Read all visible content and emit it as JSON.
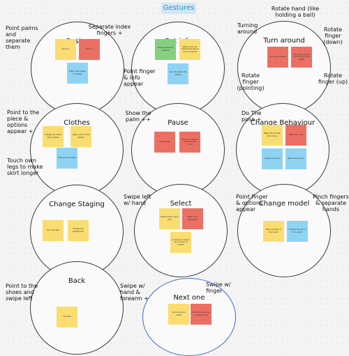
{
  "board": {
    "title": "Gestures"
  },
  "circles": [
    {
      "title": "Resize",
      "stickies": [
        "Zoom in",
        "Zoom in",
        "Make them bigger or smaller"
      ]
    },
    {
      "title": "Get info",
      "stickies": [
        "Curious about the material",
        "Want to see the material (would be nice to touch it)",
        "Get info about the clothes"
      ]
    },
    {
      "title": "Turn around",
      "stickies": [
        "Turn them around",
        "Turn them around (to see it from the back)"
      ]
    },
    {
      "title": "Clothes",
      "stickies": [
        "Change the colour of the clothes",
        "Apply colour to the clothes",
        "Change the clothes"
      ]
    },
    {
      "title": "Pause",
      "stickies": [
        "Pause them",
        "Stop them (Stop to exploring new fixes)"
      ]
    },
    {
      "title": "Change Behaviour",
      "stickies": [
        "Make them (bring) their poses",
        "Make them fall",
        "Change the pose",
        "Make them dance"
      ]
    },
    {
      "title": "Change Staging",
      "stickies": [
        "Put more light",
        "Change the background"
      ]
    },
    {
      "title": "Select",
      "stickies": [
        "Delete those I don't want",
        "Make them disappear",
        "Increase or reduce the number of models"
      ]
    },
    {
      "title": "Change model",
      "stickies": [
        "Have my face on the model",
        "Change the size to fit my story"
      ]
    },
    {
      "title": "Back",
      "stickies": [
        "Go back"
      ]
    },
    {
      "title": "Next one",
      "stickies": [
        "Go to the next model",
        "Go to the next one or previous one"
      ]
    }
  ],
  "notes": [
    "Point palms and separate them",
    "Separate index fingers +",
    "Point finger & info appear",
    "Rotate hand (like holding a ball)",
    "Turning around",
    "Rotate finger (down)",
    "Rotate finger (pointing)",
    "Rotate finger (up)",
    "Point to the piece & options appear +",
    "Touch own legs to make skirt longer",
    "Show the palm ++",
    "Do The pose +",
    "Swipe left w/ hand",
    "Point finger & options appear",
    "Pinch fingers & separate hands",
    "Point to the shoes and swipe left",
    "Swipe w/ hand & forearm +",
    "Swipe w/ finger"
  ]
}
